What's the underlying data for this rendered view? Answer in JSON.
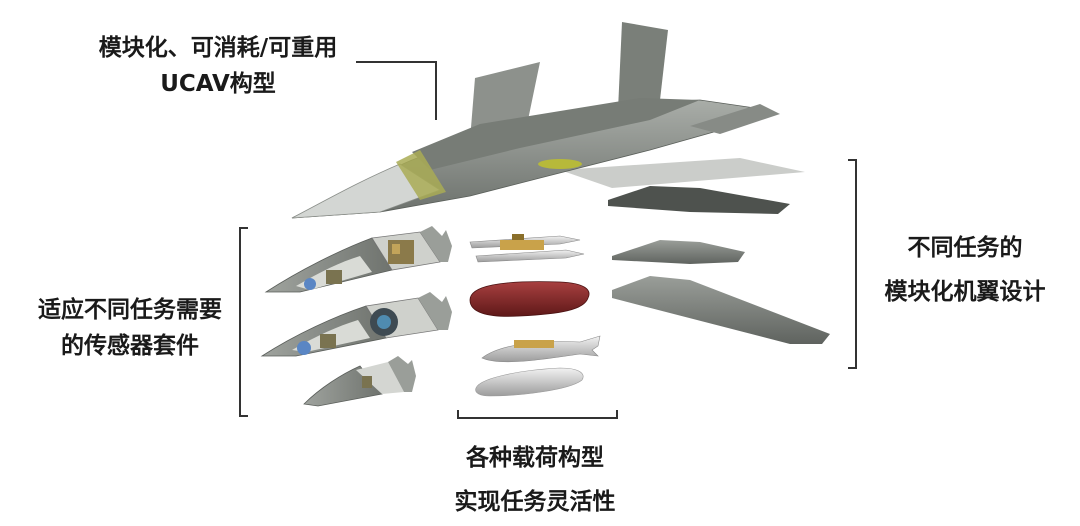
{
  "labels": {
    "ucav": {
      "line1": "模块化、可消耗/可重用",
      "line2": "UCAV构型"
    },
    "sensor": {
      "line1": "适应不同任务需要",
      "line2": "的传感器套件"
    },
    "payload": {
      "line1": "各种载荷构型",
      "line2": "实现任务灵活性"
    },
    "wing": {
      "line1": "不同任务的",
      "line2": "模块化机翼设计"
    }
  },
  "colors": {
    "fuselage": "#8f948e",
    "fuselage_dark": "#5e635e",
    "canopy": "#c9ccc9",
    "accent": "#b7b93a",
    "payload_pod": "#8a2a2a",
    "wing": "#7c807c",
    "bracket": "#333333"
  }
}
